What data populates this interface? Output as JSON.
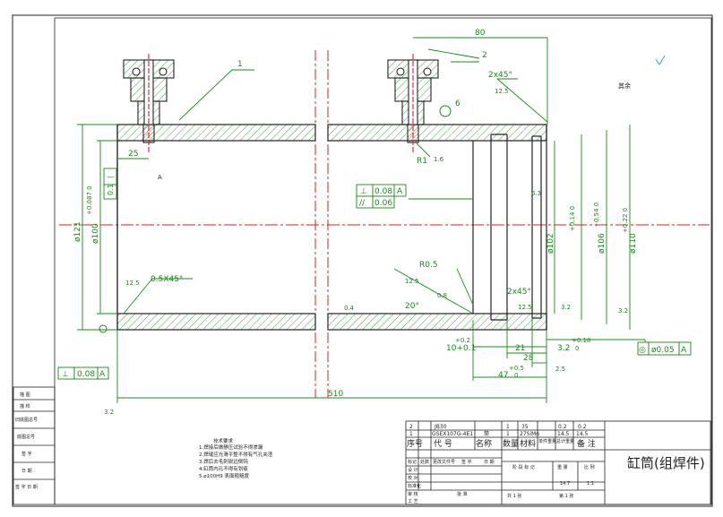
{
  "drawing": {
    "title": "缸筒(组焊件)",
    "part_labels": [
      "1",
      "2",
      "6"
    ],
    "dimensions": {
      "d80": "80",
      "d25": "25",
      "d510": "510",
      "d47": "47",
      "d47_tol": "0",
      "d47_tol_upper": "+0.5",
      "d28": "28",
      "d21": "21",
      "d32": "3.2",
      "d32_tol": "0",
      "d32_tol_upper": "+0.18",
      "d10": "10+0.1",
      "d10_upper": "+0.2",
      "chamfer_top": "2x45°",
      "chamfer_bottom": "2x45°",
      "chamfer_left": "0.5X45°",
      "r05": "R0.5",
      "r1": "R1",
      "angle20": "20°",
      "dia121": "ø121",
      "dia100": "ø100",
      "dia100_tol": "+0.087 0",
      "dia102": "ø102",
      "dia102_tol": "+0.14 0",
      "dia106": "ø106",
      "dia106_tol": "+0.54 0",
      "dia110": "ø110",
      "dia110_tol": "+0.22 0",
      "roughness_16": "1.6",
      "roughness_125": "12.5",
      "roughness_32": "3.2",
      "roughness_08": "0.8",
      "roughness_04": "0.4",
      "roughness_63": "6.3",
      "roughness_25": "2.5",
      "roughness_r_left": "12.5",
      "note_a": "A",
      "note_q": "其余"
    },
    "tolerances": {
      "flatness_box": [
        "⊥",
        "0.08",
        "A"
      ],
      "parallel_box": [
        "//",
        "0.06"
      ],
      "bottom_left_box": [
        "⊥",
        "0.08",
        "A"
      ],
      "runout_box": [
        "◎",
        "ø0.05",
        "A"
      ],
      "straight_box": [
        "—",
        "0.1"
      ]
    },
    "notes": {
      "heading": "技术要求",
      "lines": [
        "1.焊接后做静压试验不得渗漏",
        "2.焊缝应光滑平整不得有气孔夹渣",
        "3.焊后去毛刺锐边倒钝",
        "4.缸筒内孔不得有划痕",
        "5.ø100H9 表面粗糙度"
      ]
    },
    "left_block": {
      "rows": [
        "描 图",
        "描 校",
        "旧底图总号",
        "底图总号",
        "签 字",
        "日 期",
        "签 字 日 期"
      ]
    },
    "bom": {
      "rows": [
        [
          "2",
          "JB30",
          "",
          "1",
          "35",
          "0.2",
          "0.2"
        ],
        [
          "1",
          "GSEX107G-4E1",
          "筒",
          "1",
          "27SiMn",
          "14.5",
          "14.5"
        ]
      ],
      "headers": [
        "序号",
        "代 号",
        "名称",
        "数量",
        "材料",
        "单件重量",
        "总计重量",
        "备 注"
      ],
      "labels": {
        "sign1": "标记",
        "sign2": "处数",
        "sign3": "更改文件号",
        "sign4": "签 字",
        "sign5": "日 期",
        "design": "设 计",
        "check": "校 对",
        "std": "标准化",
        "stage": "阶 段 标 记",
        "weight": "重 量",
        "scale": "比 例",
        "weight_val": "14.7",
        "scale_val": "1:1",
        "sheets": "共 1 张",
        "sheet_no": "第 1 张",
        "review": "审 核",
        "approve": "批 准",
        "process": "工 艺"
      }
    }
  }
}
